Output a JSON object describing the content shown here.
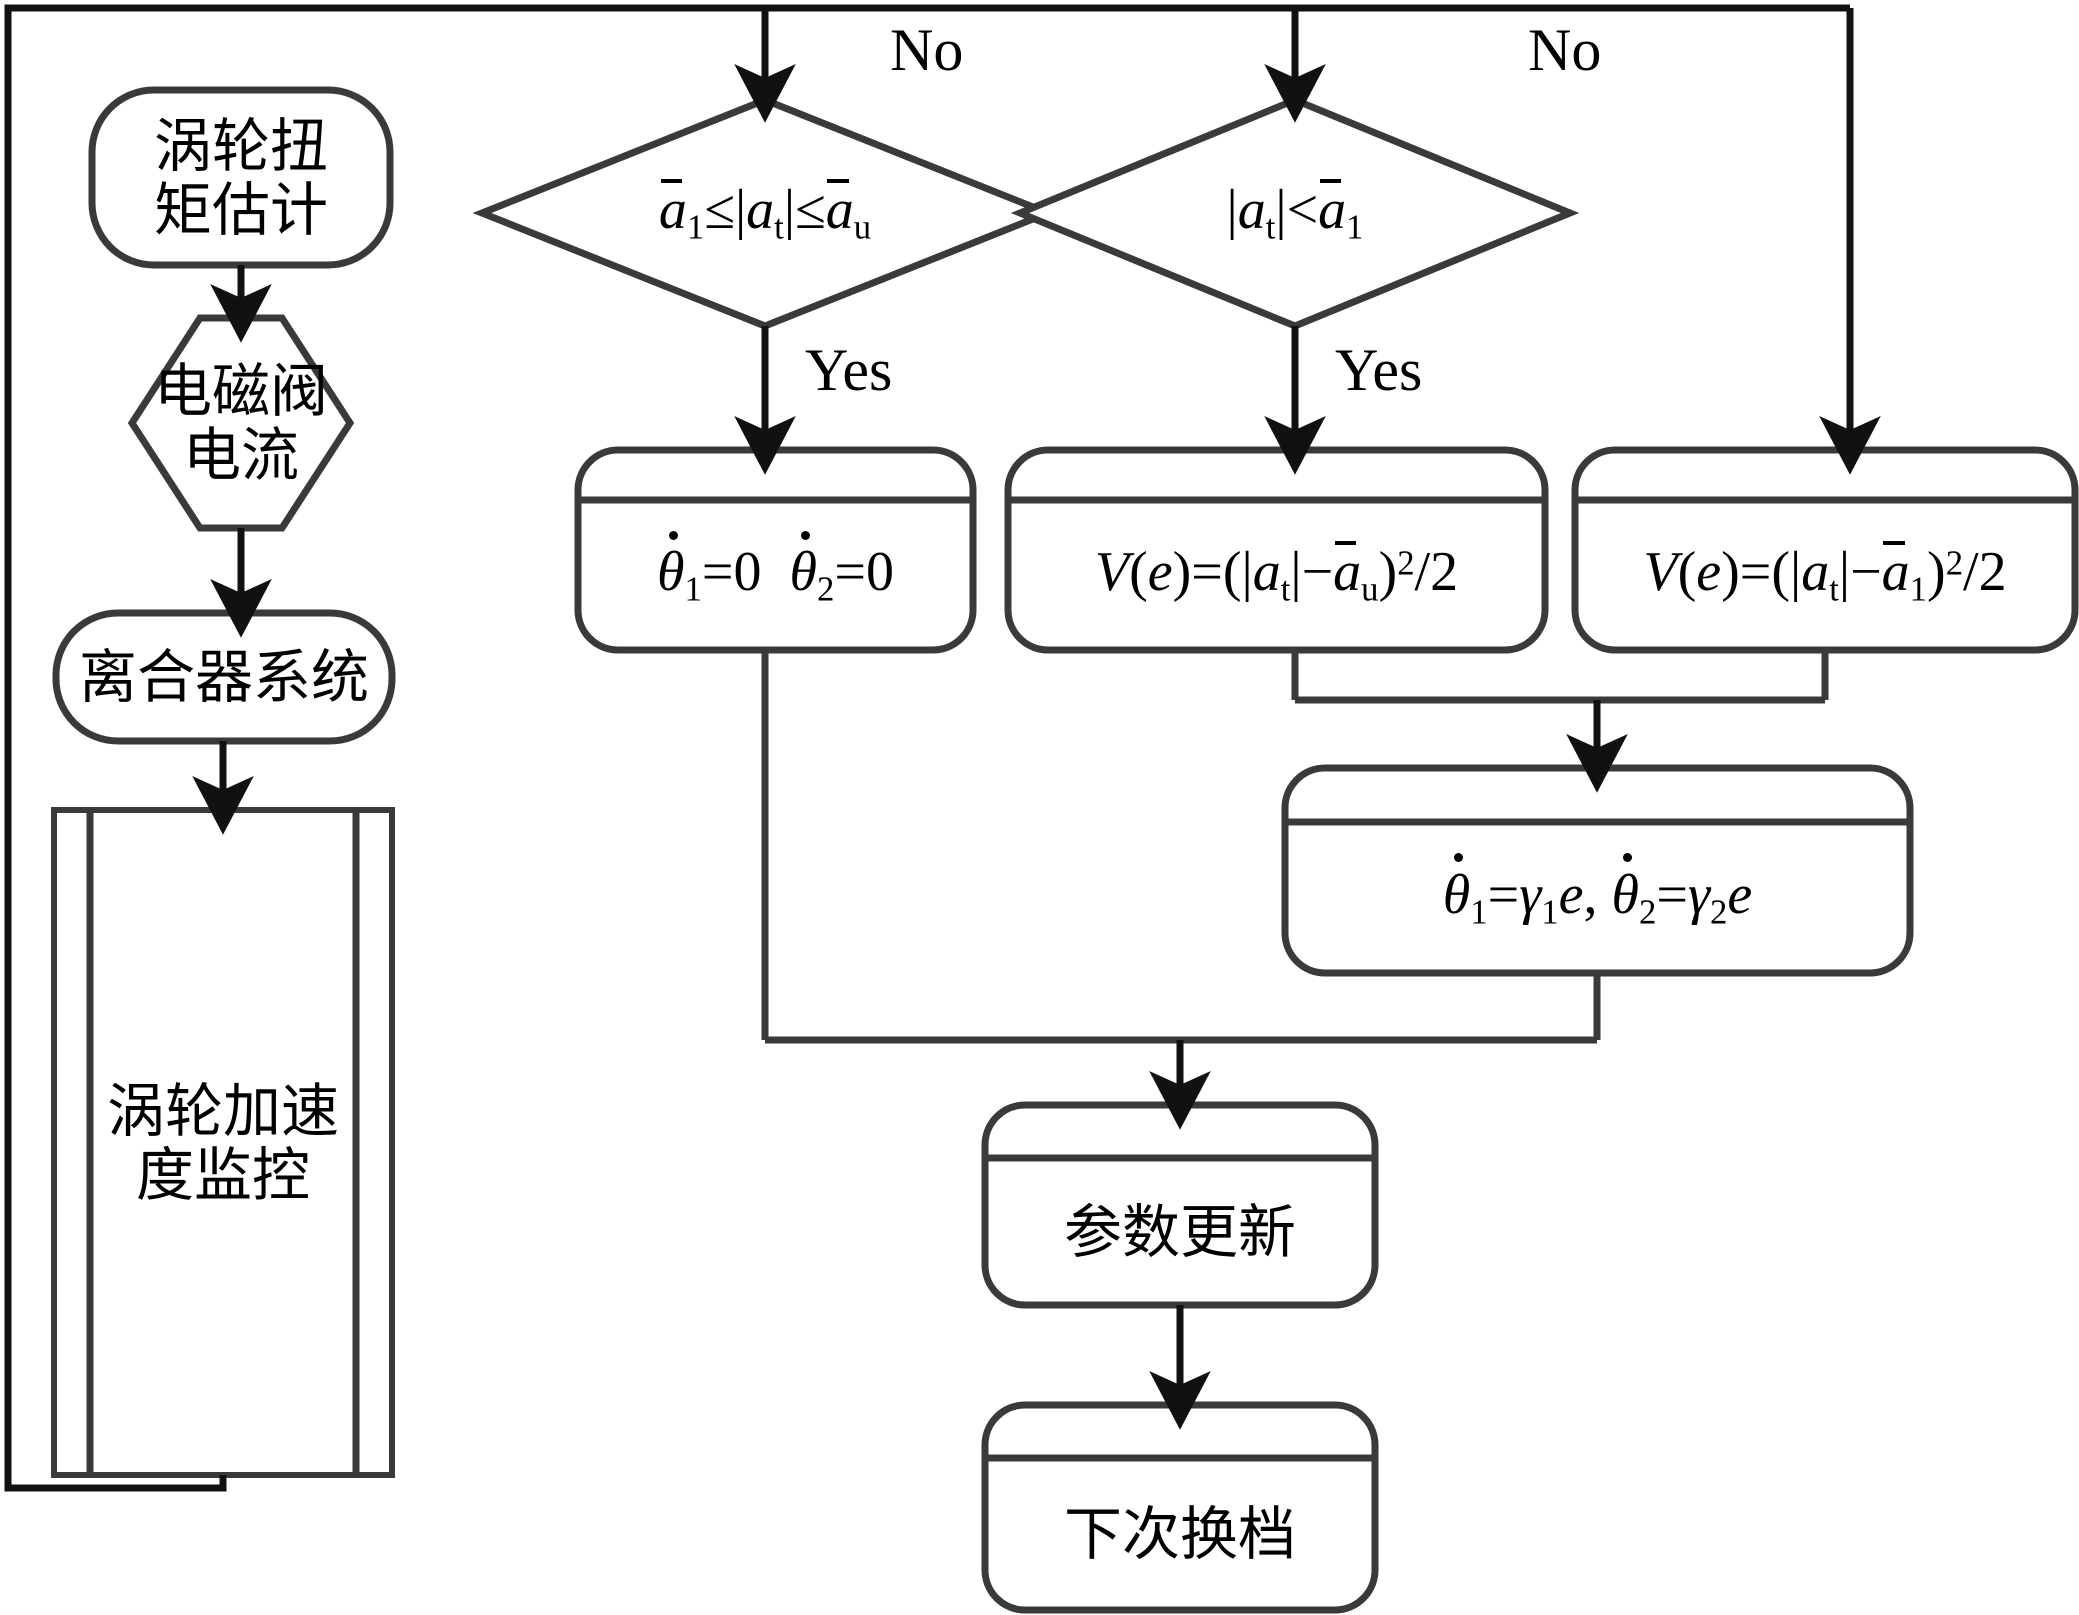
{
  "diagram": {
    "title_present": false,
    "type": "flowchart",
    "stroke_color": "#3a3a3a",
    "connector_color": "#111111",
    "background": "#ffffff"
  },
  "nodes": {
    "turbine_torque": {
      "shape": "stadium",
      "line1": "涡轮扭",
      "line2": "矩估计"
    },
    "solenoid_current": {
      "shape": "hexagon",
      "line1": "电磁阀",
      "line2": "电流"
    },
    "clutch_system": {
      "shape": "stadium",
      "line1": "离合器系统"
    },
    "turbine_accel_monitor": {
      "shape": "subroutine",
      "line1": "涡轮加速",
      "line2": "度监控"
    },
    "decision_band": {
      "shape": "diamond",
      "formula": "ā₁≤|a_t|≤ā_u"
    },
    "decision_low": {
      "shape": "diamond",
      "formula": "|a_t|<ā₁"
    },
    "theta_zero": {
      "shape": "predefined",
      "formula": "θ̇₁=0  θ̇₂=0"
    },
    "lyapunov_upper": {
      "shape": "predefined",
      "formula": "V(e)=(|a_t|−ā_u)²/2"
    },
    "lyapunov_lower": {
      "shape": "predefined",
      "formula": "V(e)=(|a_t|−ā₁)²/2"
    },
    "adaptation_law": {
      "shape": "predefined",
      "formula": "θ̇₁=γ₁e, θ̇₂=γ₂e"
    },
    "param_update": {
      "shape": "predefined",
      "line1": "参数更新"
    },
    "next_shift": {
      "shape": "predefined",
      "line1": "下次换档"
    }
  },
  "edge_labels": {
    "no_left": "No",
    "no_right": "No",
    "yes_left": "Yes",
    "yes_right": "Yes"
  }
}
